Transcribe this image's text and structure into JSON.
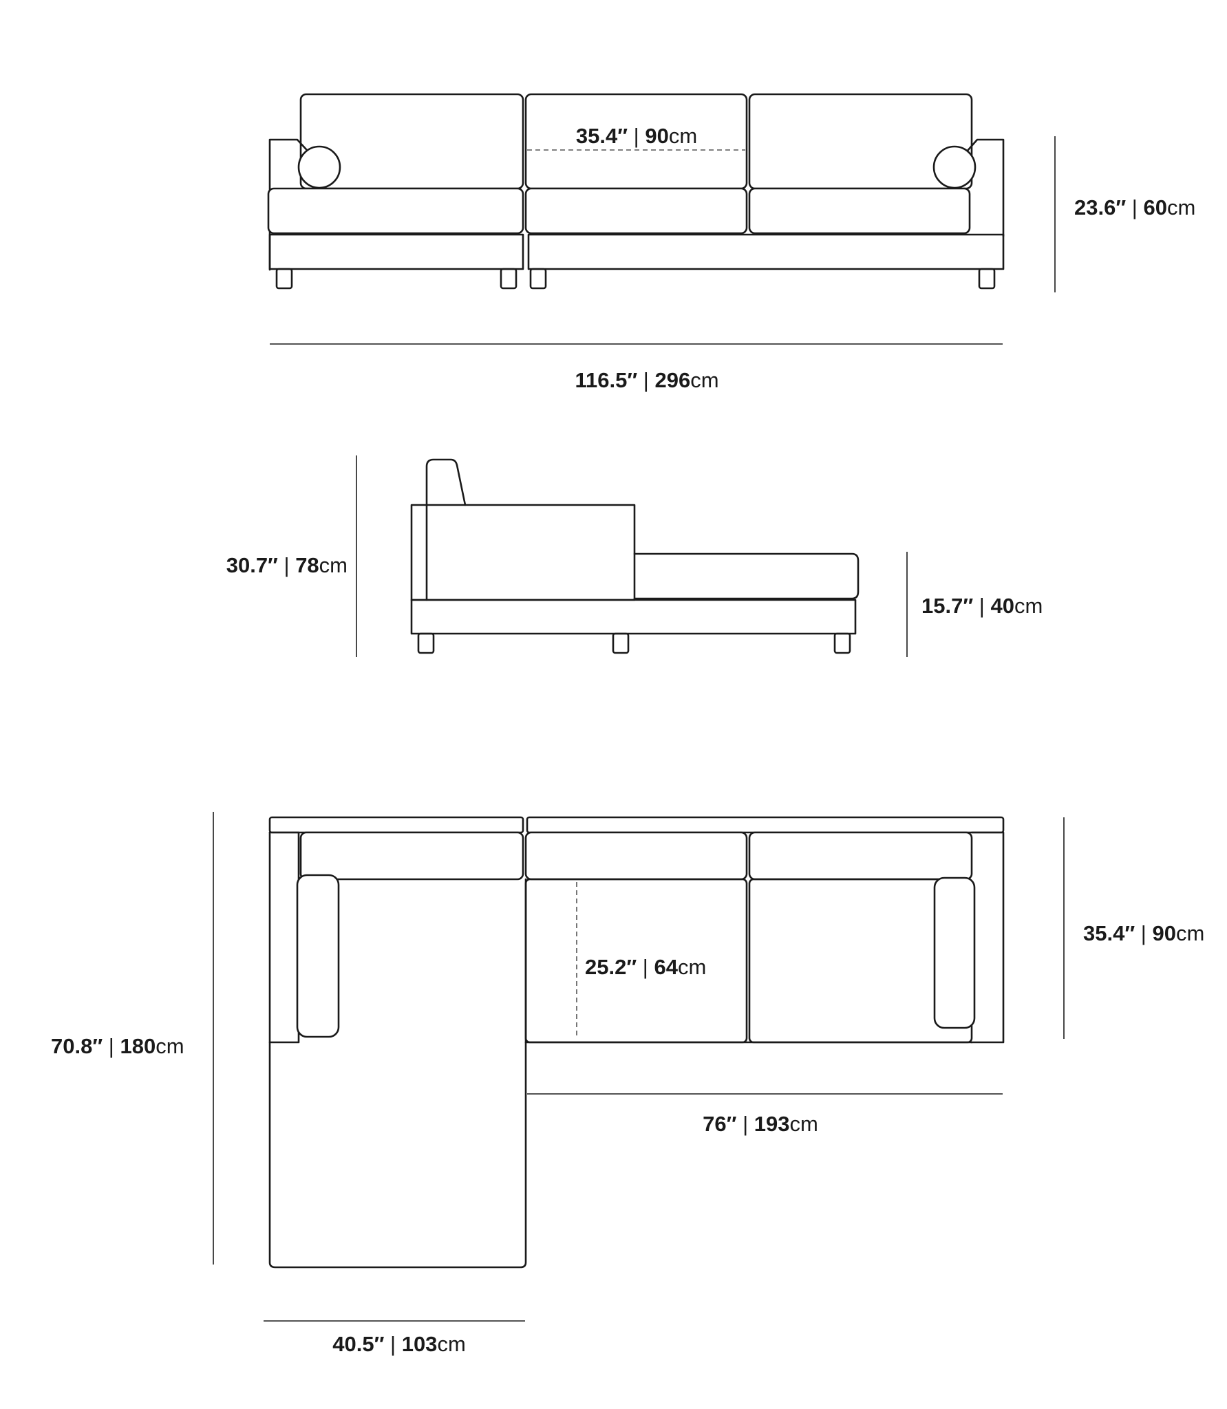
{
  "front_view": {
    "cushion_height": {
      "inches": "35.4″",
      "sep": " | ",
      "cm": "90",
      "unit": "cm"
    },
    "height": {
      "inches": "23.6″",
      "sep": " | ",
      "cm": "60",
      "unit": "cm"
    },
    "width": {
      "inches": "116.5″",
      "sep": " | ",
      "cm": "296",
      "unit": "cm"
    }
  },
  "side_view": {
    "height": {
      "inches": "30.7″",
      "sep": " | ",
      "cm": "78",
      "unit": "cm"
    },
    "seat_height": {
      "inches": "15.7″",
      "sep": " | ",
      "cm": "40",
      "unit": "cm"
    }
  },
  "top_view": {
    "depth": {
      "inches": "35.4″",
      "sep": " | ",
      "cm": "90",
      "unit": "cm"
    },
    "seat_depth": {
      "inches": "25.2″",
      "sep": " | ",
      "cm": "64",
      "unit": "cm"
    },
    "chaise_length": {
      "inches": "70.8″",
      "sep": " | ",
      "cm": "180",
      "unit": "cm"
    },
    "sofa_width": {
      "inches": "76″",
      "sep": " | ",
      "cm": "193",
      "unit": "cm"
    },
    "chaise_width": {
      "inches": "40.5″",
      "sep": " | ",
      "cm": "103",
      "unit": "cm"
    }
  }
}
